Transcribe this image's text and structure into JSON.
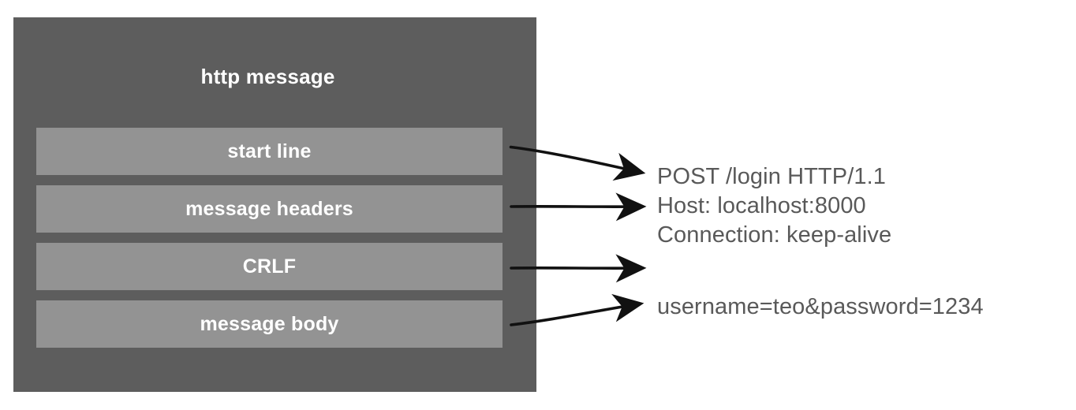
{
  "diagram": {
    "title": "http message",
    "sections": [
      {
        "label": "start line"
      },
      {
        "label": "message headers"
      },
      {
        "label": "CRLF"
      },
      {
        "label": "message body"
      }
    ],
    "annotations": {
      "start_line": "POST /login HTTP/1.1",
      "header_host": "Host: localhost:8000",
      "header_connection": "Connection: keep-alive",
      "message_body": "username=teo&password=1234"
    },
    "colors": {
      "outer_box": "#5d5d5d",
      "inner_box": "#939393",
      "inner_label": "#ffffff",
      "annotation_text": "#595959",
      "arrow": "#111111",
      "background": "#ffffff"
    }
  }
}
